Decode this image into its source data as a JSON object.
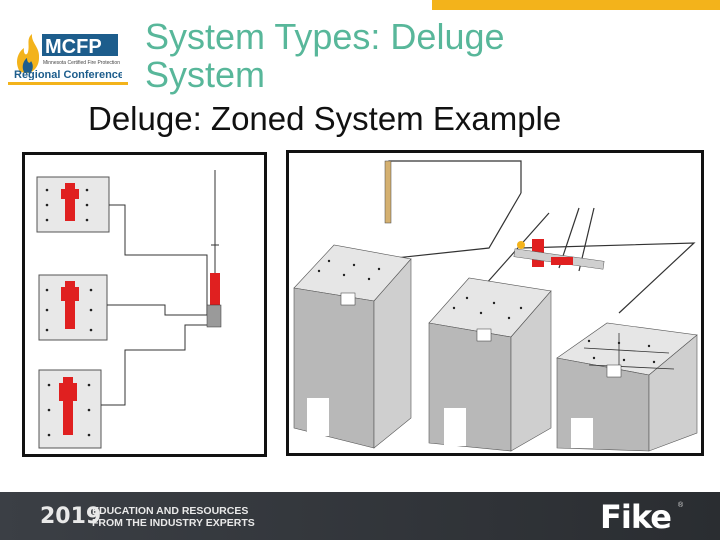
{
  "logo": {
    "name": "MCFP",
    "tagline": "Minnesota Certified Fire Protection",
    "line2": "Regional Conference",
    "icon": "flame-icon"
  },
  "slide": {
    "title": "System Types: Deluge System",
    "subtitle": "Deluge: Zoned System Example"
  },
  "footer": {
    "year": "2019",
    "tag_line1": "EDUCATION AND RESOURCES",
    "tag_line2": "FROM THE INDUSTRY EXPERTS",
    "brand": "Fike",
    "reg_mark": "®"
  },
  "colors": {
    "title": "#58b79a",
    "accent": "#f3b31b",
    "footer_bg": "#2f3237",
    "valve_red": "#e02020",
    "room_gray": "#bdbdbd"
  }
}
